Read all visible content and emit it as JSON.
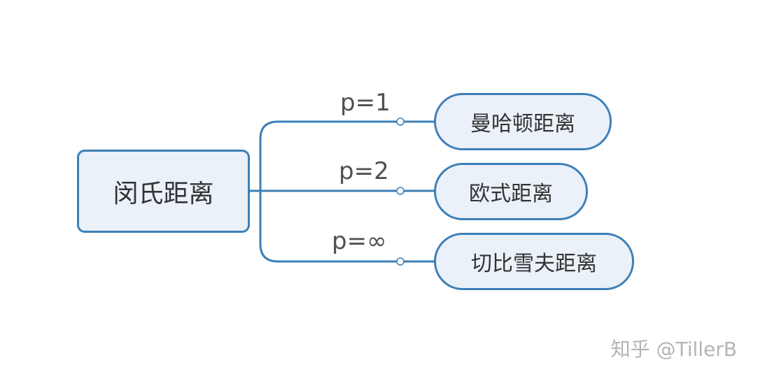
{
  "root": {
    "label": "闵氏距离"
  },
  "branches": [
    {
      "condition": "p=1",
      "label": "曼哈顿距离"
    },
    {
      "condition": "p=2",
      "label": "欧式距离"
    },
    {
      "condition": "p=∞",
      "label": "切比雪夫距离"
    }
  ],
  "watermark": "知乎 @TillerB",
  "colors": {
    "line": "#3c7fb6",
    "node_fill": "#eaf1f9",
    "node_border": "#3c7fb6",
    "text": "#333333",
    "label_text": "#505050",
    "watermark": "#b4b4b4"
  }
}
